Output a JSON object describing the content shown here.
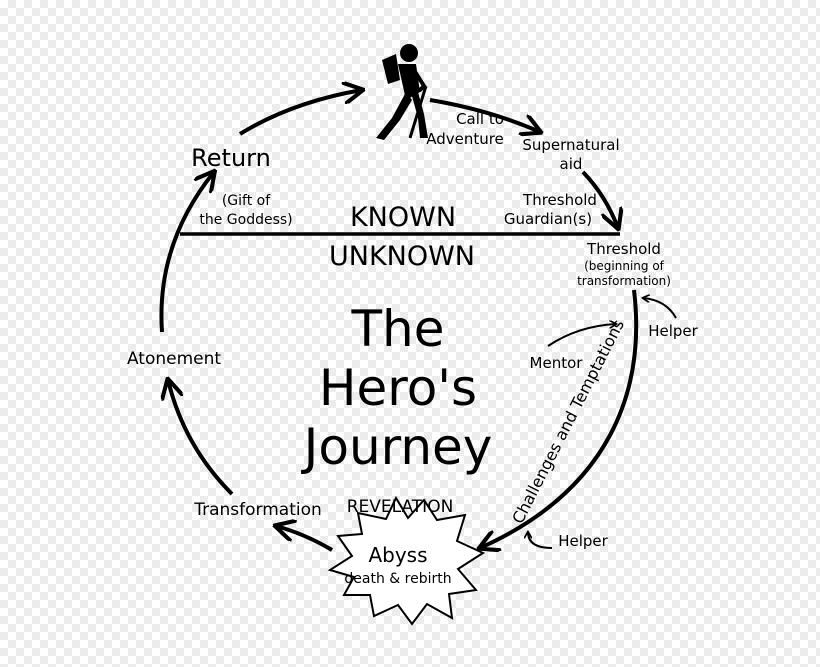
{
  "title": [
    "The",
    "Hero's",
    "Journey"
  ],
  "divider": {
    "above": "KNOWN",
    "below": "UNKNOWN"
  },
  "stages": {
    "call_to_adventure": [
      "Call to",
      "Adventure"
    ],
    "supernatural_aid": [
      "Supernatural",
      "aid"
    ],
    "threshold_guardians": [
      "Threshold",
      "Guardian(s)"
    ],
    "threshold": "Threshold",
    "threshold_note": [
      "(beginning of",
      "transformation)"
    ],
    "helper_upper": "Helper",
    "mentor": "Mentor",
    "challenges": "Challenges and Temptations",
    "helper_lower": "Helper",
    "revelation": "REVELATION",
    "abyss": "Abyss",
    "abyss_note": "death & rebirth",
    "transformation": "Transformation",
    "atonement": "Atonement",
    "return": "Return",
    "return_note": [
      "(Gift of",
      "the Goddess)"
    ]
  },
  "icon": "hiker-icon"
}
